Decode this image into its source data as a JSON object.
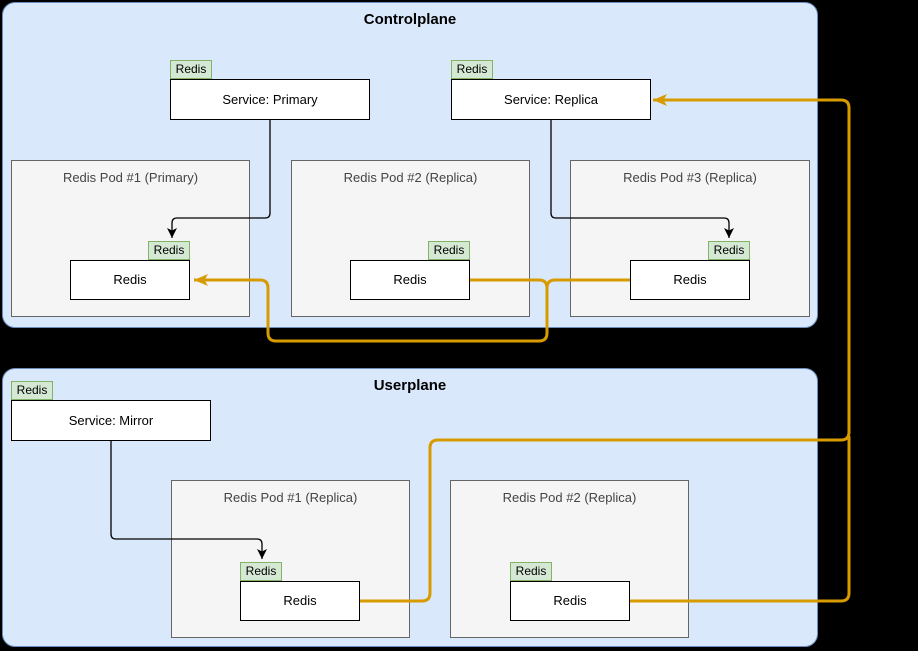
{
  "colors": {
    "background": "#000000",
    "plane_fill": "#dae8fc",
    "plane_stroke": "#6c8ebf",
    "pod_fill": "#f5f5f5",
    "pod_stroke": "#666666",
    "node_fill": "#ffffff",
    "node_stroke": "#000000",
    "tab_fill": "#d5e8d4",
    "tab_stroke": "#82b366",
    "flow_arrow_orange": "#d79b00",
    "control_arrow_black": "#000000"
  },
  "controlplane": {
    "title": "Controlplane",
    "services": {
      "primary": {
        "tab": "Redis",
        "label": "Service: Primary"
      },
      "replica": {
        "tab": "Redis",
        "label": "Service: Replica"
      }
    },
    "pods": {
      "pod1": {
        "title": "Redis Pod #1 (Primary)",
        "node_tab": "Redis",
        "node_label": "Redis"
      },
      "pod2": {
        "title": "Redis Pod #2 (Replica)",
        "node_tab": "Redis",
        "node_label": "Redis"
      },
      "pod3": {
        "title": "Redis Pod #3 (Replica)",
        "node_tab": "Redis",
        "node_label": "Redis"
      }
    }
  },
  "userplane": {
    "title": "Userplane",
    "services": {
      "mirror": {
        "tab": "Redis",
        "label": "Service: Mirror"
      }
    },
    "pods": {
      "pod1": {
        "title": "Redis Pod #1 (Replica)",
        "node_tab": "Redis",
        "node_label": "Redis"
      },
      "pod2": {
        "title": "Redis Pod #2 (Replica)",
        "node_tab": "Redis",
        "node_label": "Redis"
      }
    }
  }
}
